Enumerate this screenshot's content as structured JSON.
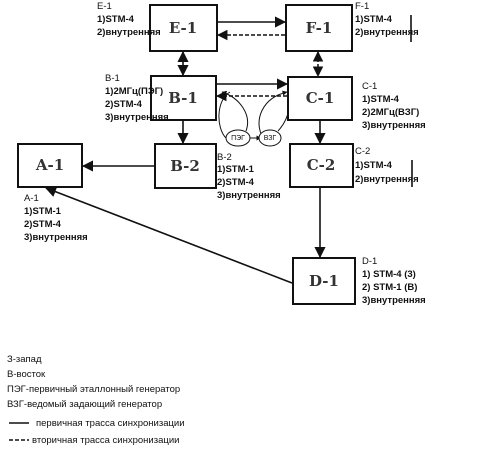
{
  "nodes": {
    "e1": "E-1",
    "f1": "F-1",
    "b1": "B-1",
    "c1": "C-1",
    "b2": "B-2",
    "c2": "C-2",
    "a1": "A-1",
    "d1": "D-1"
  },
  "labels": {
    "e1": [
      "E-1",
      "1)STM-4",
      "2)внутренняя"
    ],
    "f1": [
      "F-1",
      "1)STM-4",
      "2)внутренняя"
    ],
    "b1": [
      "B-1",
      "1)2МГц(ПЭГ)",
      "2)STM-4",
      "3)внутренняя"
    ],
    "c1": [
      "C-1",
      "1)STM-4",
      "2)2МГц(ВЗГ)",
      "3)внутренняя"
    ],
    "b2": [
      "B-2",
      "1)STM-1",
      "2)STM-4",
      "3)внутренняя"
    ],
    "c2": [
      "C-2",
      "1)STM-4",
      "2)внутренняя"
    ],
    "a1": [
      "A-1",
      "1)STM-1",
      "2)STM-4",
      "3)внутренняя"
    ],
    "d1": [
      "D-1",
      "1) STM-4 (3)",
      "2) STM-1 (B)",
      "3)внутренняя"
    ]
  },
  "circles": {
    "peg": "ПЭГ",
    "vzg": "ВЗГ"
  },
  "legend": {
    "west": "З-запад",
    "east": "В-восток",
    "peg": "ПЭГ-первичный эталлонный генератор",
    "vzg": "ВЗГ-ведомый задающий генератор",
    "primary": "первичная трасса синхронизации",
    "secondary": "вторичная трасса синхронизации"
  }
}
